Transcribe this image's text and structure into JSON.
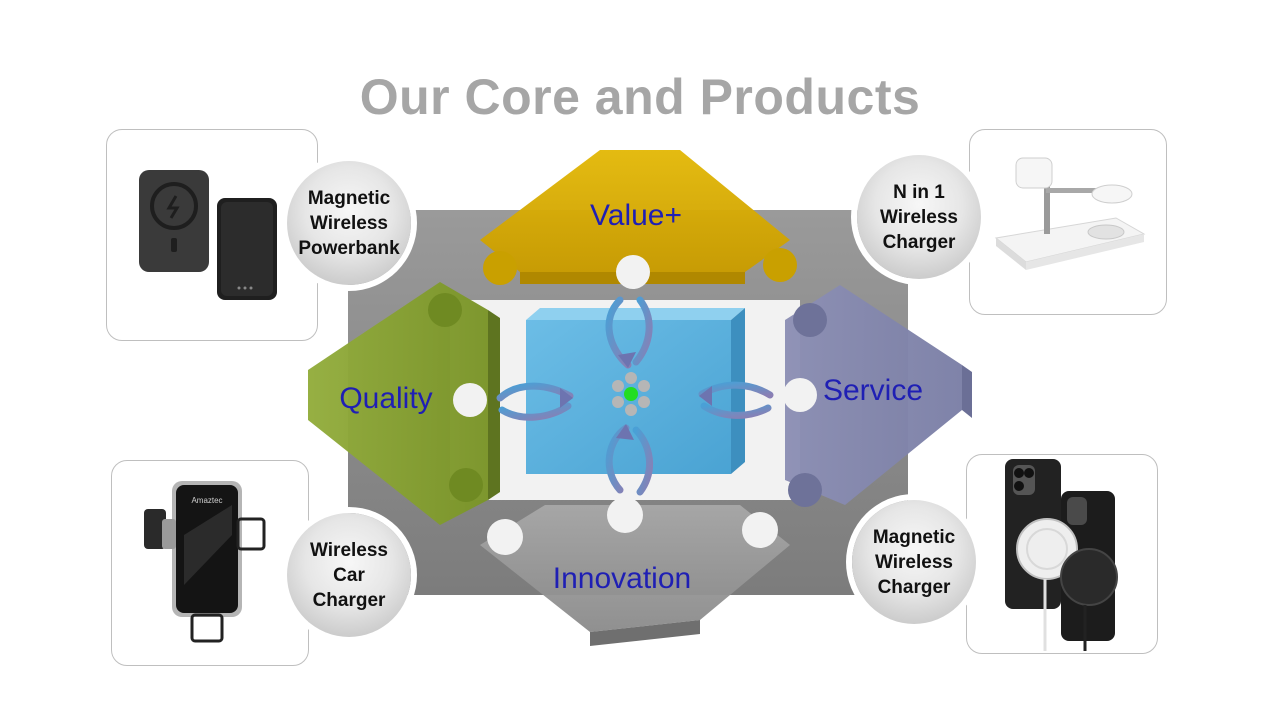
{
  "page": {
    "title": "Our Core and Products"
  },
  "core_values": {
    "top": "Value+",
    "left": "Quality",
    "right": "Service",
    "bottom": "Innovation"
  },
  "products": [
    {
      "label": "Magnetic\nWireless\nPowerbank",
      "icon": "powerbank-icon"
    },
    {
      "label": "N in 1\nWireless\nCharger",
      "icon": "charging-stand-icon"
    },
    {
      "label": "Wireless\nCar\nCharger",
      "icon": "car-mount-icon",
      "brand": "Amaztec"
    },
    {
      "label": "Magnetic\nWireless\nCharger",
      "icon": "magsafe-charger-icon"
    }
  ],
  "colors": {
    "title": "#a6a6a6",
    "value": "#d4a800",
    "quality": "#7f9a2e",
    "service": "#8a8fb2",
    "innovation": "#8c8c8c",
    "core": "#5ab0dc",
    "label_text": "#1f1fb4"
  }
}
